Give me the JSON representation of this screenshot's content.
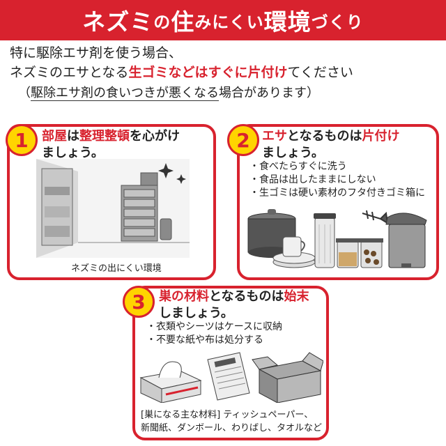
{
  "banner": {
    "title_a": "ネズミ",
    "title_b": "の",
    "title_c": "住",
    "title_d": "み",
    "title_e": "にくい",
    "title_f": "環境",
    "title_g": "づくり"
  },
  "intro": {
    "line1": "特に駆除エサ剤を使う場合、",
    "line2_a": "ネズミのエサとなる",
    "line2_b": "生ゴミなどはすぐに片付け",
    "line2_c": "てください",
    "note_open": "（",
    "note_text": "駆除エサ剤の食いつきが悪くなる",
    "note_rest": "場合があります）"
  },
  "card1": {
    "number": "1",
    "title_a": "部屋",
    "title_b": "は",
    "title_c": "整理整頓",
    "title_d": "を心がけ",
    "title_line2": "ましょう。",
    "caption": "ネズミの出にくい環境"
  },
  "card2": {
    "number": "2",
    "title_a": "エサ",
    "title_b": "となるものは",
    "title_c": "片付け",
    "title_line2": "ましょう。",
    "bullets": [
      "・食べたらすぐに洗う",
      "・食品は出したままにしない",
      "・生ゴミは硬い素材のフタ付きゴミ箱に"
    ]
  },
  "card3": {
    "number": "3",
    "title_a": "巣の材料",
    "title_b": "となるものは",
    "title_c": "始末",
    "title_line2": "しましょう。",
    "bullets": [
      "・衣類やシーツはケースに収納",
      "・不要な紙や布は処分する"
    ],
    "caption_line1": "[巣になる主な材料] ティッシュペーパー、",
    "caption_line2": "新聞紙、ダンボール、わりばし、タオルなど"
  },
  "colors": {
    "accent": "#d8222e",
    "badge": "#ffd400"
  },
  "icons": [
    "sparkle-icon",
    "tissue-box-icon",
    "newspaper-icon",
    "cardboard-box-icon",
    "trash-can-icon",
    "fish-bone-icon"
  ]
}
